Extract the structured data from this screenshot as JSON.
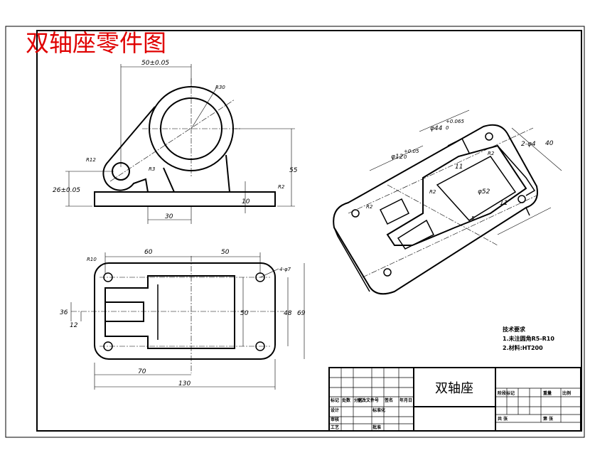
{
  "page": {
    "title": "双轴座零件图"
  },
  "front_view": {
    "dims": {
      "top_width": "50±0.05",
      "r_top": "R30",
      "r_left": "R12",
      "r_small": "R3",
      "r_base": "R2",
      "height_left": "26±0.05",
      "bottom_width": "30",
      "height_right": "55",
      "base_thickness": "10"
    }
  },
  "top_view": {
    "dims": {
      "r_corner": "R10",
      "left_60": "60",
      "right_50": "50",
      "holes": "4-φ7",
      "h36": "36",
      "h12": "12",
      "h50": "50",
      "h48": "48",
      "h69": "69",
      "w70": "70",
      "w130": "130"
    }
  },
  "iso_view": {
    "dims": {
      "d44": "φ44",
      "d44_tol": "+0.065",
      "d44_tol2": "0",
      "d12": "φ12",
      "d12_tol": "+0.05",
      "d12_tol2": "0",
      "holes": "2-φ4",
      "w40": "40",
      "r2a": "R2",
      "r2b": "R2",
      "r2c": "R2",
      "d52": "φ52",
      "d11a": "11",
      "d11b": "11",
      "d5": "5"
    }
  },
  "notes": {
    "heading": "技术要求",
    "line1": "1.未注圆角R5-R10",
    "line2": "2.材料:HT200"
  },
  "title_block": {
    "part_name": "双轴座",
    "cells": [
      "标记",
      "处数",
      "分区",
      "更改文件号",
      "签名",
      "年月日",
      "设计",
      "标准化",
      "审核",
      "工艺",
      "批准",
      "阶段标记",
      "重量",
      "比例",
      "共 张",
      "第 张"
    ]
  },
  "colors": {
    "title": "#e00000",
    "line": "#000000"
  }
}
